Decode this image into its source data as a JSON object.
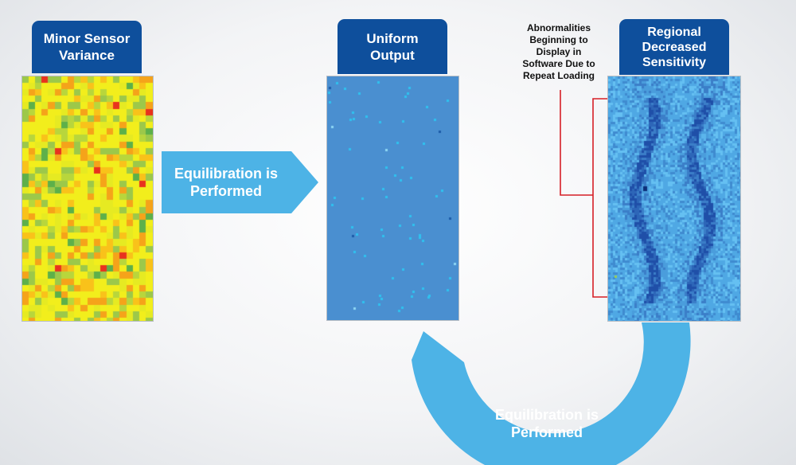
{
  "panels": {
    "left": {
      "title_line1": "Minor Sensor",
      "title_line2": "Variance"
    },
    "middle": {
      "title_line1": "Uniform",
      "title_line2": "Output"
    },
    "right": {
      "title_line1": "Regional",
      "title_line2": "Decreased",
      "title_line3": "Sensitivity"
    }
  },
  "arrows": {
    "top": {
      "line1": "Equilibration is",
      "line2": "Performed"
    },
    "bottom": {
      "line1": "Equilibration is",
      "line2": "Performed"
    }
  },
  "annotation": {
    "line1": "Abnormalities",
    "line2": "Beginning to",
    "line3": "Display in",
    "line4": "Software Due to",
    "line5": "Repeat Loading"
  },
  "colors": {
    "tab": "#0e4f9c",
    "arrow": "#4db3e6",
    "callout": "#d61f26",
    "heat_yellow": "#f2ee1c",
    "heat_green": "#9cc84a",
    "heat_orange": "#f5a31a",
    "uniform_blue": "#4a8fd0"
  }
}
